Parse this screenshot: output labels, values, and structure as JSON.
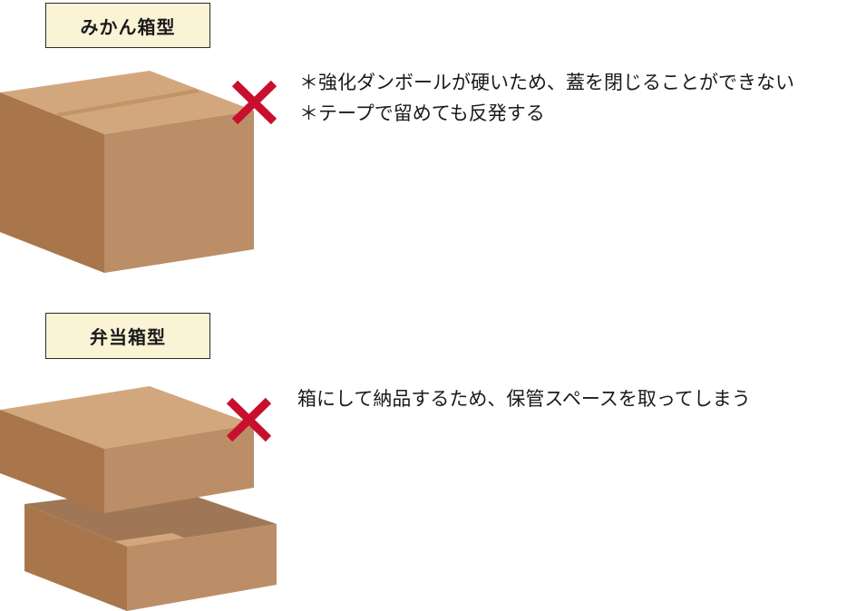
{
  "sections": {
    "mikan": {
      "label": "みかん箱型",
      "notes": [
        "＊強化ダンボールが硬いため、蓋を閉じることができない",
        "＊テープで留めても反発する"
      ]
    },
    "bento": {
      "label": "弁当箱型",
      "notes": [
        "箱にして納品するため、保管スペースを取ってしまう"
      ]
    }
  },
  "colors": {
    "cardboard_top": "#d3a77e",
    "cardboard_front": "#bb8e67",
    "cardboard_side": "#a9764b",
    "cardboard_inner": "#a07756",
    "cross": "#c8102e",
    "label_bg": "#fbf3d5"
  },
  "icons": [
    "cross-mark-icon",
    "cross-mark-icon"
  ]
}
